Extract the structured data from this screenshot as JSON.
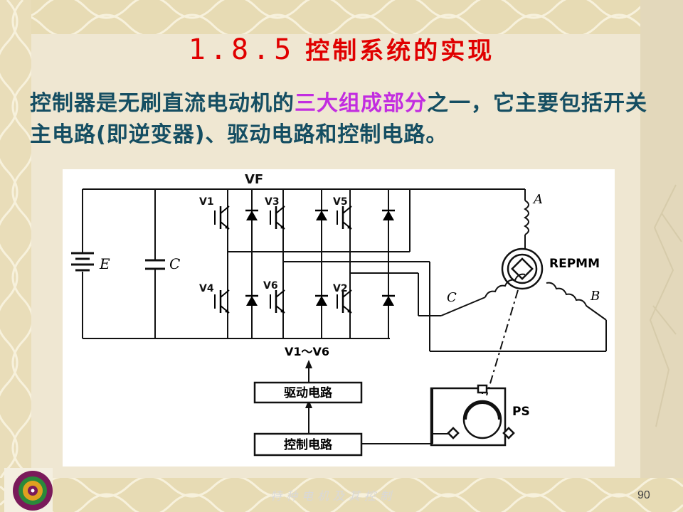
{
  "title": {
    "number": "1.8.5",
    "text": "控制系统的实现"
  },
  "paragraph": {
    "part1": "控制器是无刷直流电动机的",
    "highlight": "三大组成部分",
    "part2": "之一，它主要包括开关主电路(即逆变器)、驱动电路和控制电路。"
  },
  "figure": {
    "vf_label": "VF",
    "source_label": "E",
    "capacitor_label": "C",
    "switch_labels": [
      "V1",
      "V3",
      "V5",
      "V4",
      "V6",
      "V2"
    ],
    "motor_label": "REPMM",
    "phase_labels": [
      "A",
      "B",
      "C"
    ],
    "signal_label": "V1～V6",
    "drive_block": "驱动电路",
    "control_block": "控制电路",
    "sensor_label": "PS"
  },
  "footer": {
    "text": "特种电机及其控制",
    "page": "90"
  },
  "colors": {
    "title": "#e00000",
    "body_text": "#154e62",
    "highlight": "#c22de0",
    "background": "#efe7d2",
    "border": "#e6d9ae"
  }
}
